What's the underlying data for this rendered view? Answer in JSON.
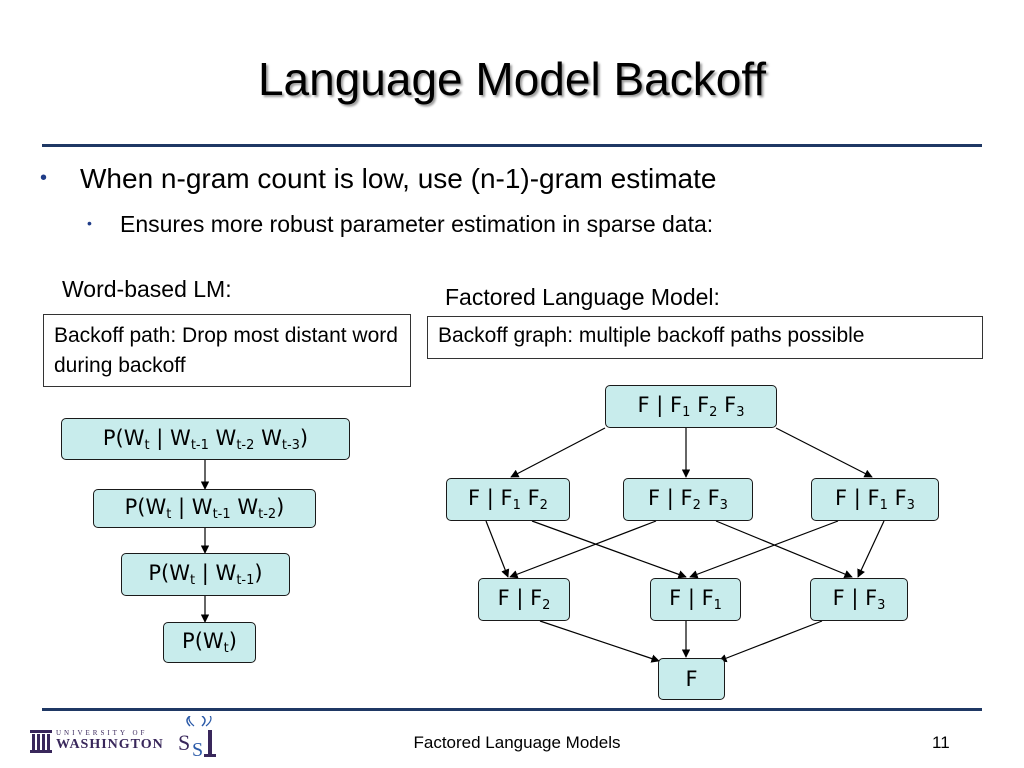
{
  "slide": {
    "title": "Language Model Backoff",
    "bullet_l1": "When n-gram count is low, use (n-1)-gram estimate",
    "bullet_l2": "Ensures more robust parameter estimation in sparse data:",
    "bullet_glyph": "•"
  },
  "left": {
    "heading": "Word-based LM:",
    "box_text": "Backoff path: Drop most distant word during backoff",
    "nodes": [
      {
        "parts": [
          [
            "P(W",
            ""
          ],
          [
            "t",
            "sub"
          ],
          [
            " | W",
            ""
          ],
          [
            "t-1",
            "sub"
          ],
          [
            " W",
            ""
          ],
          [
            "t-2",
            "sub"
          ],
          [
            " W",
            ""
          ],
          [
            "t-3",
            "sub"
          ],
          [
            ")",
            ""
          ]
        ]
      },
      {
        "parts": [
          [
            "P(W",
            ""
          ],
          [
            "t",
            "sub"
          ],
          [
            " | W",
            ""
          ],
          [
            "t-1",
            "sub"
          ],
          [
            " W",
            ""
          ],
          [
            "t-2",
            "sub"
          ],
          [
            ")",
            ""
          ]
        ]
      },
      {
        "parts": [
          [
            "P(W",
            ""
          ],
          [
            "t",
            "sub"
          ],
          [
            " | W",
            ""
          ],
          [
            "t-1",
            "sub"
          ],
          [
            ")",
            ""
          ]
        ]
      },
      {
        "parts": [
          [
            "P(W",
            ""
          ],
          [
            "t",
            "sub"
          ],
          [
            ")",
            ""
          ]
        ]
      }
    ]
  },
  "right": {
    "heading": "Factored Language Model:",
    "box_text": "Backoff graph: multiple backoff paths possible",
    "nodes": {
      "top": {
        "parts": [
          [
            "F | F",
            ""
          ],
          [
            "1",
            "sub"
          ],
          [
            " F",
            ""
          ],
          [
            "2",
            "sub"
          ],
          [
            " F",
            ""
          ],
          [
            "3",
            "sub"
          ]
        ]
      },
      "mid_left": {
        "parts": [
          [
            "F | F",
            ""
          ],
          [
            "1",
            "sub"
          ],
          [
            " F",
            ""
          ],
          [
            "2",
            "sub"
          ]
        ]
      },
      "mid_center": {
        "parts": [
          [
            "F | F",
            ""
          ],
          [
            "2",
            "sub"
          ],
          [
            " F",
            ""
          ],
          [
            "3",
            "sub"
          ]
        ]
      },
      "mid_right": {
        "parts": [
          [
            "F | F",
            ""
          ],
          [
            "1",
            "sub"
          ],
          [
            " F",
            ""
          ],
          [
            "3",
            "sub"
          ]
        ]
      },
      "low_left": {
        "parts": [
          [
            "F | F",
            ""
          ],
          [
            "2",
            "sub"
          ]
        ]
      },
      "low_center": {
        "parts": [
          [
            "F | F",
            ""
          ],
          [
            "1",
            "sub"
          ]
        ]
      },
      "low_right": {
        "parts": [
          [
            "F | F",
            ""
          ],
          [
            "3",
            "sub"
          ]
        ]
      },
      "bottom": {
        "parts": [
          [
            "F",
            ""
          ]
        ]
      }
    }
  },
  "footer": {
    "center_text": "Factored Language Models",
    "page_number": "11",
    "logo_small": "UNIVERSITY OF",
    "logo_big": "WASHINGTON",
    "logo_colors": {
      "purple": "#39275b",
      "blue": "#2b5aa8"
    }
  },
  "colors": {
    "node_fill": "#c8ecec",
    "rule": "#1f3864",
    "bullet": "#1f3c88"
  }
}
